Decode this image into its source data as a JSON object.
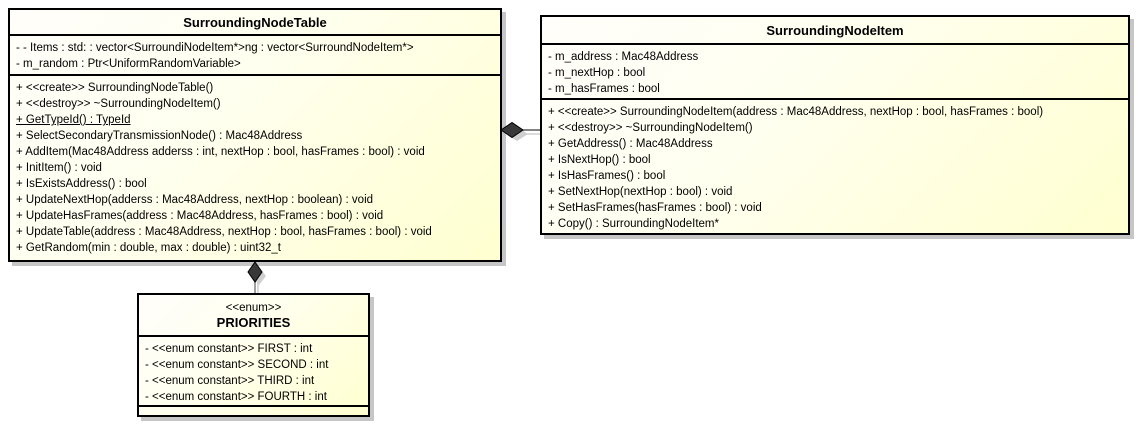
{
  "diagram": {
    "kind": "uml-class-diagram",
    "colors": {
      "box_fill_light": "#fffefa",
      "box_fill_yellow": "#ffffd0",
      "box_border": "#000000",
      "drop_shadow": "#c6c6c6",
      "diamond_fill": "#383838",
      "connector_line": "#5a5a5a"
    },
    "relations": [
      {
        "type": "composition",
        "from": "SurroundingNodeTable",
        "to": "SurroundingNodeItem",
        "orientation": "horizontal"
      },
      {
        "type": "composition",
        "from": "SurroundingNodeTable",
        "to": "PRIORITIES",
        "orientation": "vertical"
      }
    ]
  },
  "classes": {
    "table": {
      "title": "SurroundingNodeTable",
      "attributes": [
        "- - Items : std: : vector<SurroundiNodeItem*>ng : vector<SurroundNodeItem*>",
        "- m_random : Ptr<UniformRandomVariable>"
      ],
      "methods": [
        "+ <<create>> SurroundingNodeTable()",
        "+ <<destroy>> ~SurroundingNodeItem()",
        "+ GetTypeId() : TypeId",
        "+ SelectSecondaryTransmissionNode() : Mac48Address",
        "+ AddItem(Mac48Address adderss : int, nextHop : bool, hasFrames : bool) : void",
        "+ InitItem() : void",
        "+ IsExistsAddress() : bool",
        "+ UpdateNextHop(adderss : Mac48Address, nextHop : boolean) : void",
        "+ UpdateHasFrames(address : Mac48Address, hasFrames : bool) : void",
        "+ UpdateTable(address : Mac48Address, nextHop : bool, hasFrames : bool) : void",
        "+ GetRandom(min : double, max : double) : uint32_t"
      ]
    },
    "item": {
      "title": "SurroundingNodeItem",
      "attributes": [
        "- m_address : Mac48Address",
        "- m_nextHop : bool",
        "- m_hasFrames : bool"
      ],
      "methods": [
        "+ <<create>> SurroundingNodeItem(address : Mac48Address, nextHop : bool, hasFrames : bool)",
        "+ <<destroy>> ~SurroundingNodeItem()",
        "+ GetAddress() : Mac48Address",
        "+ IsNextHop() : bool",
        "+ IsHasFrames() : bool",
        "+ SetNextHop(nextHop : bool) : void",
        "+ SetHasFrames(hasFrames : bool) : void",
        "+ Copy() : SurroundingNodeItem*"
      ]
    },
    "priorities": {
      "stereotype": "<<enum>>",
      "title": "PRIORITIES",
      "attributes": [
        "- <<enum constant>> FIRST : int",
        "- <<enum constant>> SECOND : int",
        "- <<enum constant>> THIRD : int",
        "- <<enum constant>> FOURTH : int"
      ]
    }
  }
}
